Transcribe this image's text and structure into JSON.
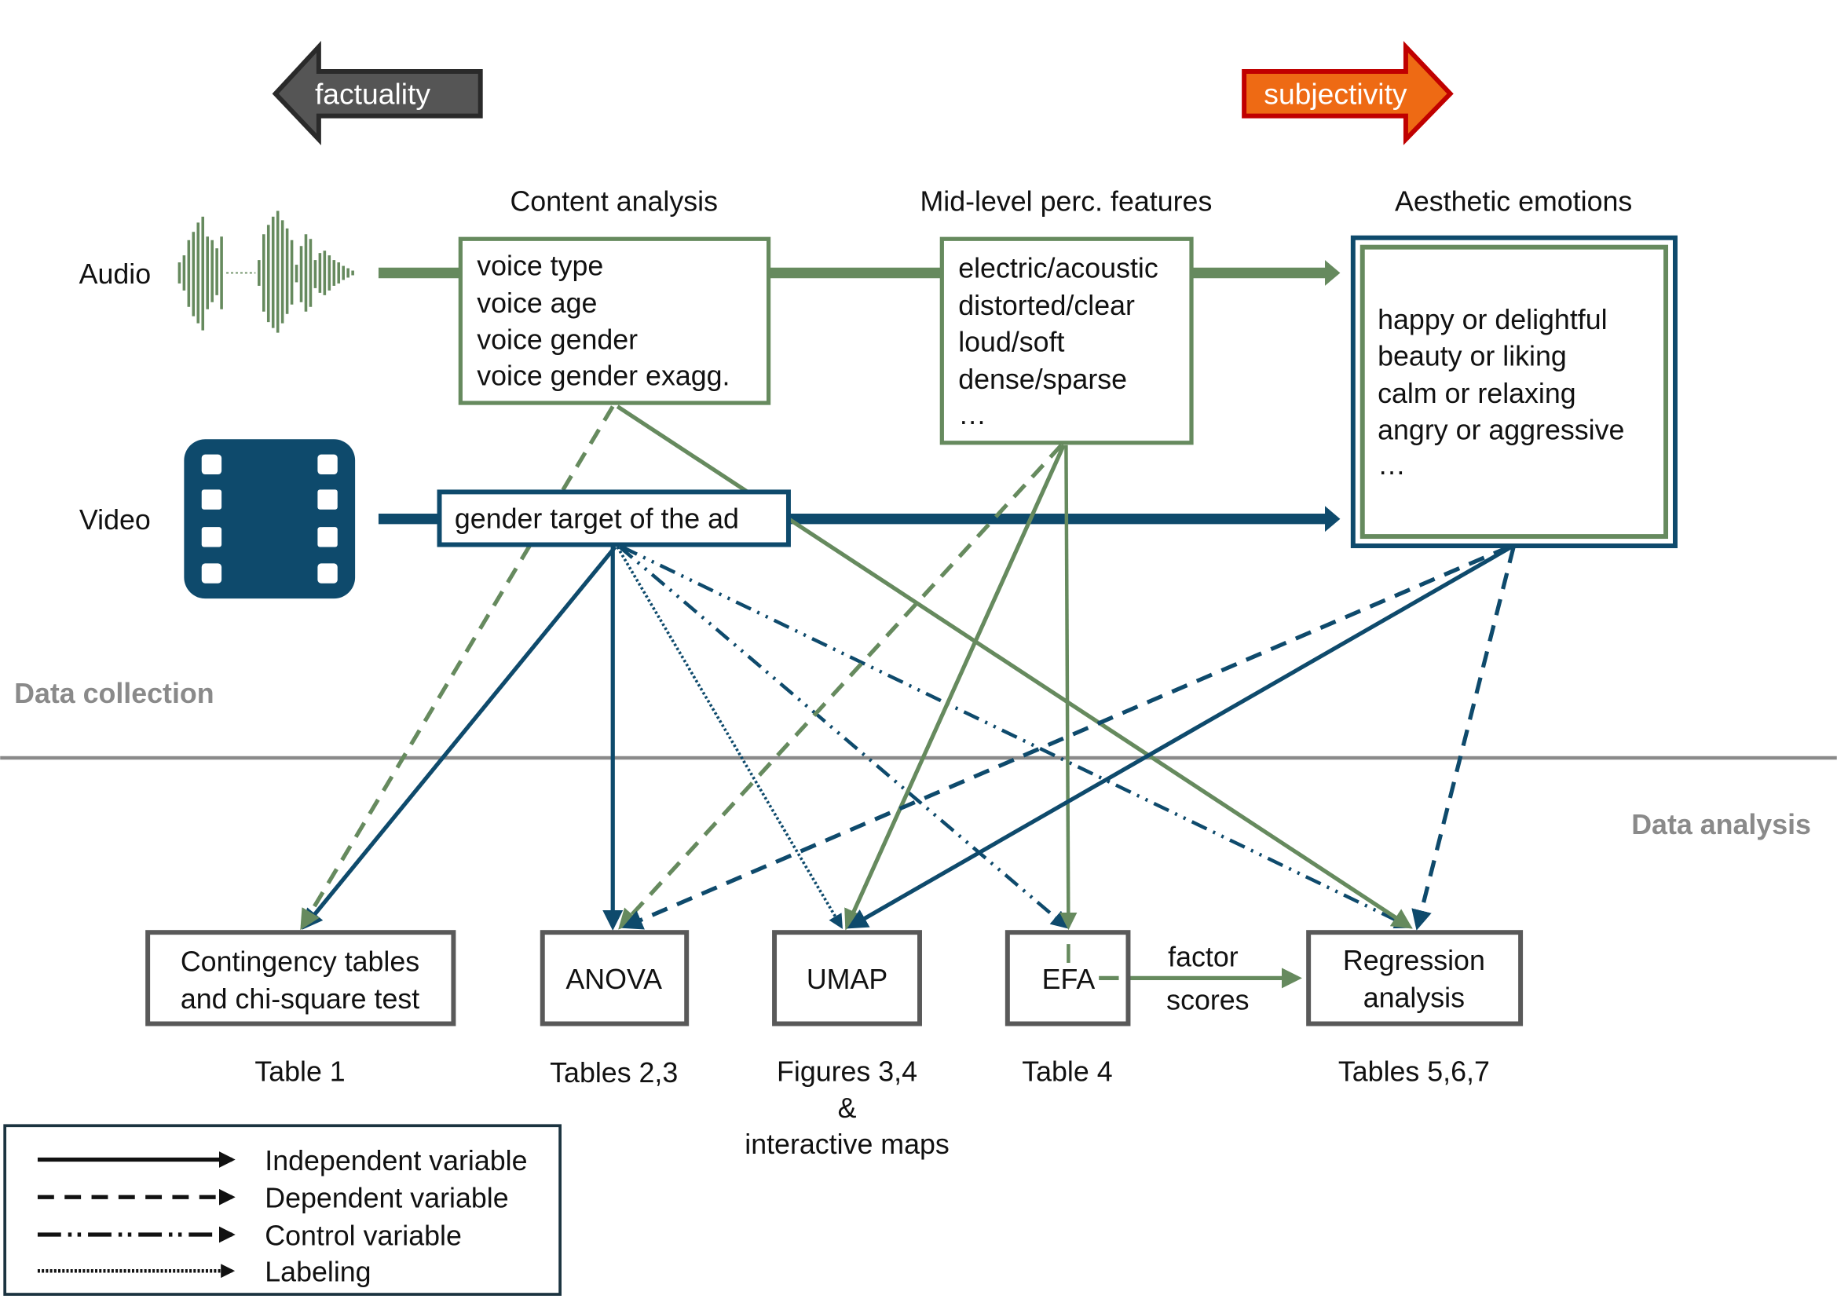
{
  "scale": {
    "left_label": "factuality",
    "right_label": "subjectivity"
  },
  "rows": {
    "audio_label": "Audio",
    "video_label": "Video"
  },
  "columns": {
    "content_analysis": "Content analysis",
    "mid_level": "Mid-level perc. features",
    "aesthetic": "Aesthetic emotions"
  },
  "boxes": {
    "content": [
      "voice type",
      "voice age",
      "voice gender",
      "voice gender exagg."
    ],
    "mid_level": [
      "electric/acoustic",
      "distorted/clear",
      "loud/soft",
      "dense/sparse",
      "…"
    ],
    "aesthetic": [
      "happy or delightful",
      "beauty or liking",
      "calm or relaxing",
      "angry or aggressive",
      "…"
    ],
    "gender_target": "gender target of the ad"
  },
  "sections": {
    "top": "Data collection",
    "bottom": "Data analysis"
  },
  "analysis": {
    "contingency": [
      "Contingency tables",
      "and chi-square test"
    ],
    "anova": "ANOVA",
    "umap": "UMAP",
    "efa": "EFA",
    "regression": [
      "Regression",
      "analysis"
    ],
    "factor_scores": [
      "factor",
      "scores"
    ]
  },
  "captions": {
    "contingency": "Table 1",
    "anova": "Tables 2,3",
    "umap": [
      "Figures 3,4",
      "&",
      "interactive maps"
    ],
    "efa": "Table 4",
    "regression": "Tables 5,6,7"
  },
  "legend": {
    "independent": "Independent variable",
    "dependent": "Dependent variable",
    "control": "Control variable",
    "labeling": "Labeling"
  },
  "colors": {
    "audio_green": "#668a5e",
    "video_navy": "#0e4a6c",
    "factuality_fill": "#555555",
    "subjectivity_fill": "#ee6a14",
    "subjectivity_border": "#c00000",
    "section_gray": "#8a8a8a"
  }
}
